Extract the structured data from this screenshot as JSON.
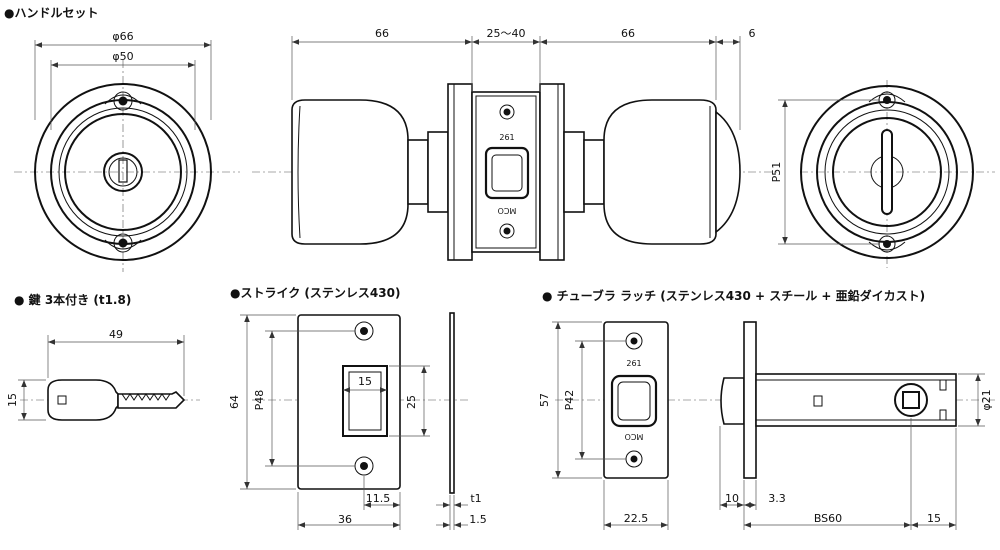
{
  "titles": {
    "handle_set": "●ハンドルセット",
    "key": "● 鍵 3本付き (t1.8)",
    "strike": "●ストライク (ステンレス430)",
    "latch": "● チューブラ ラッチ (ステンレス430 + スチール + 亜鉛ダイカスト)"
  },
  "handle_set": {
    "front_outer_dia": "φ66",
    "front_inner_dia": "φ50",
    "side_knob_left": "66",
    "side_backset_range": "25〜40",
    "side_knob_right": "66",
    "side_rose": "6",
    "plate_mark_top": "261",
    "plate_mark_bottom": "MCO",
    "back_pitch": "P51"
  },
  "key": {
    "length": "49",
    "height": "15"
  },
  "strike": {
    "height": "64",
    "pitch": "P48",
    "opening_width": "15",
    "opening_height": "25",
    "edge_offset": "11.5",
    "width": "36",
    "thickness": "t1",
    "lip": "1.5"
  },
  "latch": {
    "face_height": "57",
    "pitch": "P42",
    "face_mark_top": "261",
    "face_mark_bottom": "MCO",
    "face_width": "22.5",
    "bolt_projection": "10",
    "plate_thickness": "3.3",
    "backset": "BS60",
    "tail": "15",
    "tube_dia": "φ21"
  }
}
